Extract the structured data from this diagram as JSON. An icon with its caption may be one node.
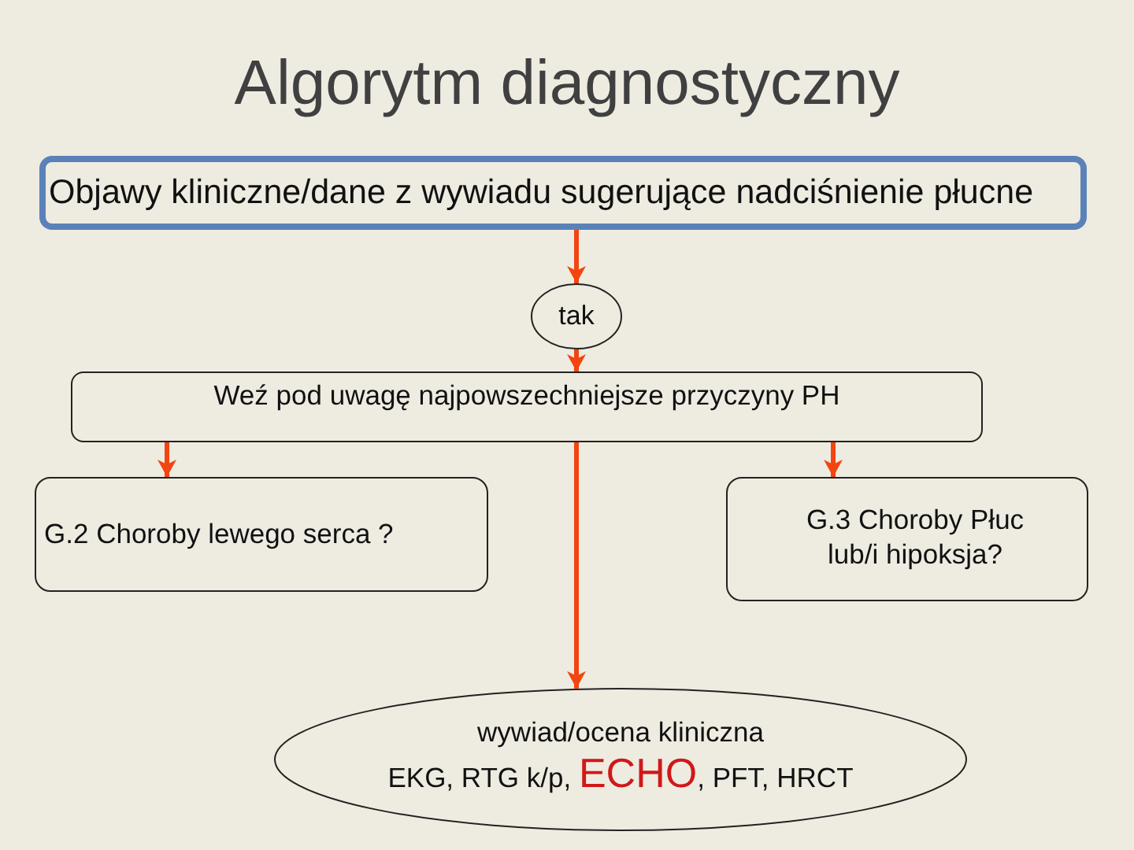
{
  "diagram": {
    "title": "Algorytm diagnostyczny",
    "nodes": [
      {
        "text": [
          "Objawy kliniczne/dane z wywiadu sugerujące nadciśnienie płucne"
        ]
      },
      {
        "text": [
          "tak"
        ]
      },
      {
        "text": [
          "Weź pod uwagę najpowszechniejsze przyczyny PH"
        ]
      },
      {
        "text": [
          "G.2 Choroby lewego serca ?"
        ]
      },
      {
        "text": [
          "G.3 Choroby Płuc lub/i hipoksja?"
        ]
      },
      {
        "text": [
          "wywiad/ocena kliniczna",
          "EKG, RTG k/p, **ECHO**, PFT, HRCT"
        ]
      }
    ],
    "edges": [
      {
        "from": 0,
        "to": 1,
        "arrow": "to"
      },
      {
        "from": 1,
        "to": 2,
        "arrow": "to"
      },
      {
        "from": 2,
        "to": 3,
        "arrow": "to"
      },
      {
        "from": 2,
        "to": 4,
        "arrow": "to"
      },
      {
        "from": 2,
        "to": 5,
        "arrow": "to"
      }
    ]
  }
}
